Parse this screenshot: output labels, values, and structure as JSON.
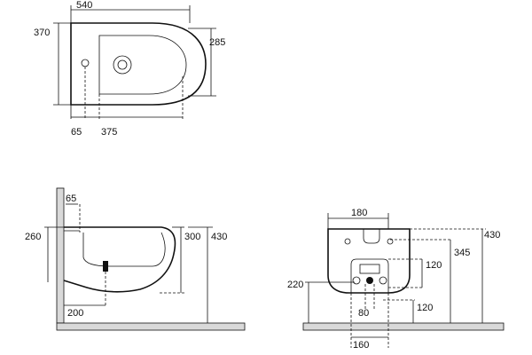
{
  "top_view": {
    "width": "540",
    "depth": "370",
    "bowl_depth": "285",
    "tap_offset": "65",
    "drain_offset": "375"
  },
  "side_view": {
    "tap_setback": "65",
    "rim_height": "260",
    "bowl_height": "300",
    "total_height": "430",
    "drain_offset": "200"
  },
  "rear_view": {
    "bracket_width": "180",
    "bracket_height": "345",
    "total_height": "430",
    "side_height": "220",
    "outlet_spacing": "120",
    "outlet_drop": "120",
    "drain_diameter": "80",
    "supply_spacing": "160"
  }
}
